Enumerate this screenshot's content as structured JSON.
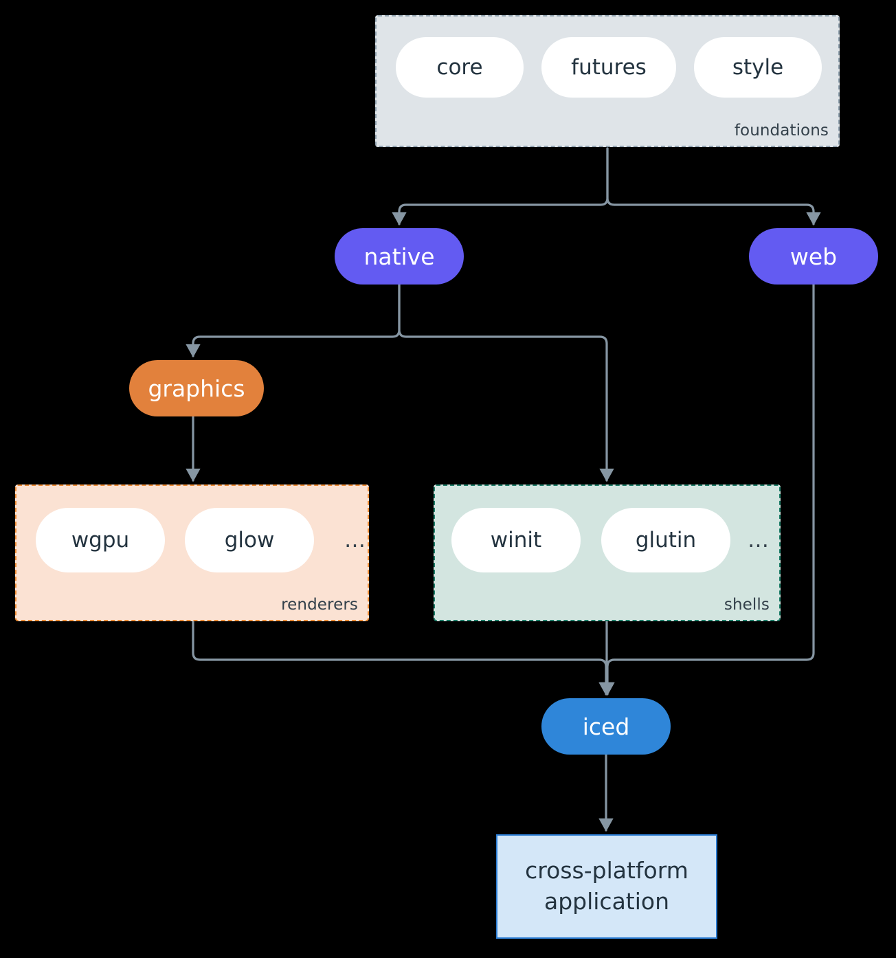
{
  "diagram": {
    "type": "architecture-flowchart",
    "background": "#000000",
    "groups": [
      {
        "id": "foundations",
        "label": "foundations",
        "fill": "#dfe4e8",
        "border": "#8fa0ad",
        "border_style": "dashed",
        "members": [
          "core",
          "futures",
          "style"
        ]
      },
      {
        "id": "renderers",
        "label": "renderers",
        "fill": "#fbe2d3",
        "border": "#ec8b34",
        "border_style": "dashed",
        "members": [
          "wgpu",
          "glow",
          "…"
        ]
      },
      {
        "id": "shells",
        "label": "shells",
        "fill": "#d3e5e0",
        "border": "#1d7d68",
        "border_style": "dashed",
        "members": [
          "winit",
          "glutin",
          "…"
        ]
      }
    ],
    "nodes": {
      "core": "core",
      "futures": "futures",
      "style": "style",
      "native": "native",
      "web": "web",
      "graphics": "graphics",
      "wgpu": "wgpu",
      "glow": "glow",
      "renderers_more": "…",
      "winit": "winit",
      "glutin": "glutin",
      "shells_more": "…",
      "iced": "iced",
      "application_line1": "cross-platform",
      "application_line2": "application"
    },
    "node_colors": {
      "native": "#635bf2",
      "web": "#635bf2",
      "graphics": "#e2813c",
      "iced": "#2f86d9",
      "application_fill": "#d4e7f8",
      "application_border": "#2b7cd3",
      "leaf_pill_fill": "#ffffff",
      "text_dark": "#23333f",
      "text_light": "#ffffff",
      "edge": "#8696a3"
    },
    "edges": [
      {
        "from": "foundations",
        "to": "native"
      },
      {
        "from": "foundations",
        "to": "web"
      },
      {
        "from": "native",
        "to": "graphics"
      },
      {
        "from": "native",
        "to": "shells"
      },
      {
        "from": "graphics",
        "to": "renderers"
      },
      {
        "from": "renderers",
        "to": "iced"
      },
      {
        "from": "shells",
        "to": "iced"
      },
      {
        "from": "web",
        "to": "iced"
      },
      {
        "from": "iced",
        "to": "application"
      }
    ]
  }
}
